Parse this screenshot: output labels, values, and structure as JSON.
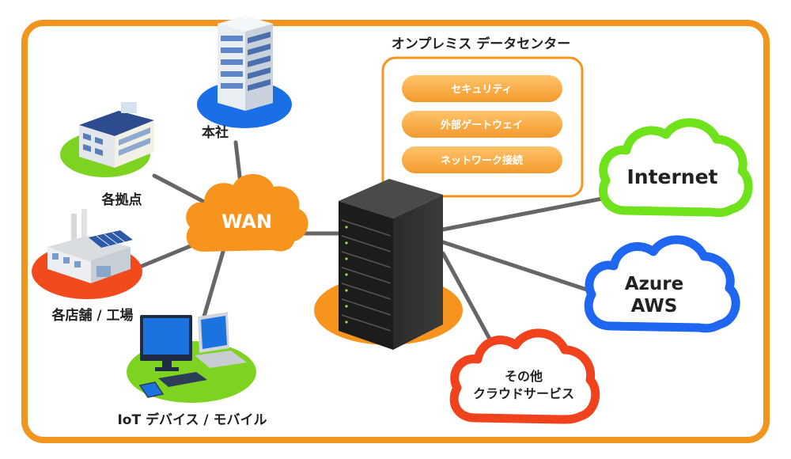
{
  "wan": {
    "label": "WAN"
  },
  "nodes": {
    "headquarters": {
      "label": "本社"
    },
    "branches": {
      "label": "各拠点"
    },
    "stores_factories": {
      "label": "各店舗 / 工場"
    },
    "iot_mobile": {
      "label": "IoT デバイス / モバイル"
    }
  },
  "datacenter": {
    "title": "オンプレミス データセンター",
    "functions": [
      "セキュリティ",
      "外部ゲートウェイ",
      "ネットワーク接続"
    ]
  },
  "clouds": {
    "internet": {
      "label": "Internet"
    },
    "azure_aws": {
      "line1": "Azure",
      "line2": "AWS"
    },
    "other": {
      "line1": "その他",
      "line2": "クラウドサービス"
    }
  },
  "colors": {
    "frame": "#f2951e",
    "wan": "#f7941d",
    "hq_disc": "#1a6ee6",
    "branch_disc": "#7ed321",
    "store_disc": "#f24a1d",
    "iot_disc": "#7ed321",
    "server_disc": "#f7941d",
    "internet_cloud": "#6ee21a",
    "azure_cloud": "#1f66f0",
    "other_cloud": "#f0421c",
    "pill": "#f7a23a",
    "link": "#666666"
  }
}
